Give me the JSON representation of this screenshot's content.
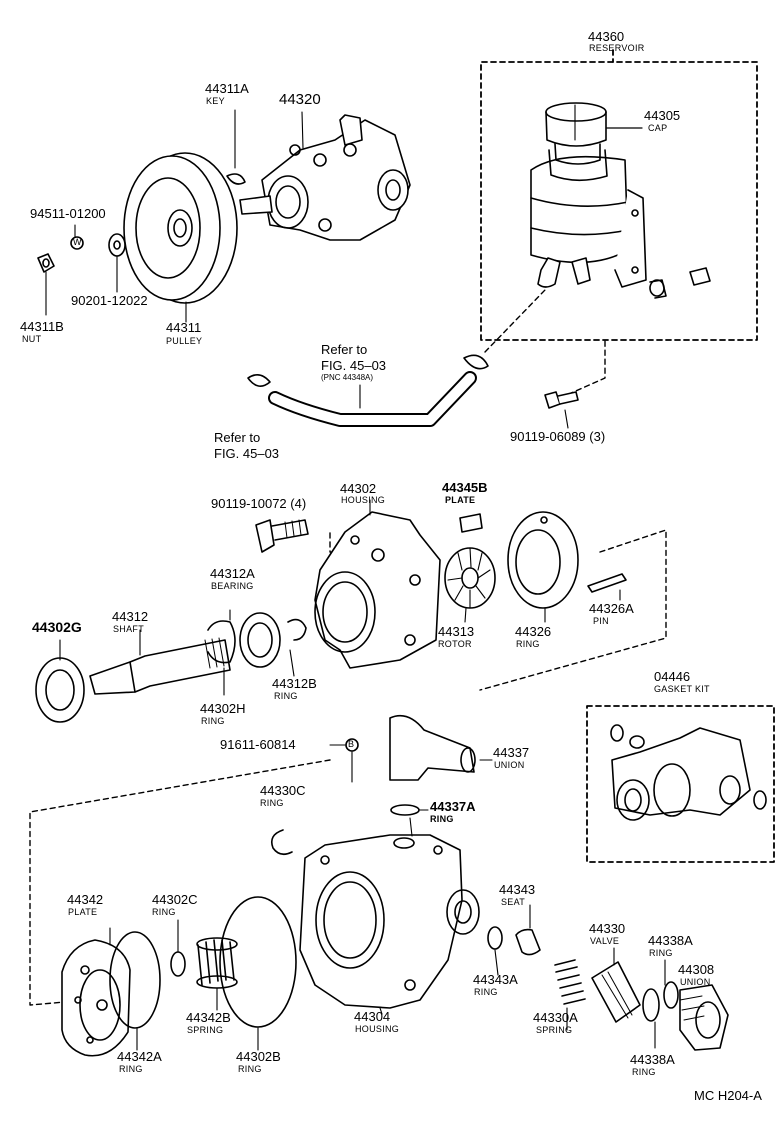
{
  "labels": {
    "p44360": {
      "num": "44360",
      "name": "RESERVOIR"
    },
    "p44305": {
      "num": "44305",
      "name": "CAP"
    },
    "p44311A": {
      "num": "44311A",
      "name": "KEY"
    },
    "p44320": {
      "num": "44320"
    },
    "p94511": {
      "num": "94511-01200"
    },
    "p90201": {
      "num": "90201-12022"
    },
    "p44311B": {
      "num": "44311B",
      "name": "NUT"
    },
    "p44311": {
      "num": "44311",
      "name": "PULLEY"
    },
    "p90119_06089": {
      "num": "90119-06089 (3)"
    },
    "p90119_10072": {
      "num": "90119-10072 (4)"
    },
    "p44302": {
      "num": "44302",
      "name": "HOUSING"
    },
    "p44345B": {
      "num": "44345B",
      "name": "PLATE"
    },
    "p44312A": {
      "num": "44312A",
      "name": "BEARING"
    },
    "p44312": {
      "num": "44312",
      "name": "SHAFT"
    },
    "p44302G": {
      "num": "44302G"
    },
    "p44313": {
      "num": "44313",
      "name": "ROTOR"
    },
    "p44326": {
      "num": "44326",
      "name": "RING"
    },
    "p44326A": {
      "num": "44326A",
      "name": "PIN"
    },
    "p44312B": {
      "num": "44312B",
      "name": "RING"
    },
    "p44302H": {
      "num": "44302H",
      "name": "RING"
    },
    "p04446": {
      "num": "04446",
      "name": "GASKET KIT"
    },
    "p91611": {
      "num": "91611-60814"
    },
    "p44337": {
      "num": "44337",
      "name": "UNION"
    },
    "p44330C": {
      "num": "44330C",
      "name": "RING"
    },
    "p44337A": {
      "num": "44337A",
      "name": "RING"
    },
    "p44342": {
      "num": "44342",
      "name": "PLATE"
    },
    "p44302C": {
      "num": "44302C",
      "name": "RING"
    },
    "p44343": {
      "num": "44343",
      "name": "SEAT"
    },
    "p44330": {
      "num": "44330",
      "name": "VALVE"
    },
    "p44338A_top": {
      "num": "44338A",
      "name": "RING"
    },
    "p44308": {
      "num": "44308",
      "name": "UNION"
    },
    "p44343A": {
      "num": "44343A",
      "name": "RING"
    },
    "p44342B": {
      "num": "44342B",
      "name": "SPRING"
    },
    "p44304": {
      "num": "44304",
      "name": "HOUSING"
    },
    "p44330A": {
      "num": "44330A",
      "name": "SPRING"
    },
    "p44342A": {
      "num": "44342A",
      "name": "RING"
    },
    "p44302B": {
      "num": "44302B",
      "name": "RING"
    },
    "p44338A_bot": {
      "num": "44338A",
      "name": "RING"
    }
  },
  "refs": {
    "ref1": {
      "line1": "Refer to",
      "line2": "FIG. 45–03",
      "line3": "(PNC 44348A)"
    },
    "ref2": {
      "line1": "Refer to",
      "line2": "FIG. 45–03"
    }
  },
  "marks": {
    "w": "W",
    "b": "B"
  },
  "footer": "MC H204-A"
}
